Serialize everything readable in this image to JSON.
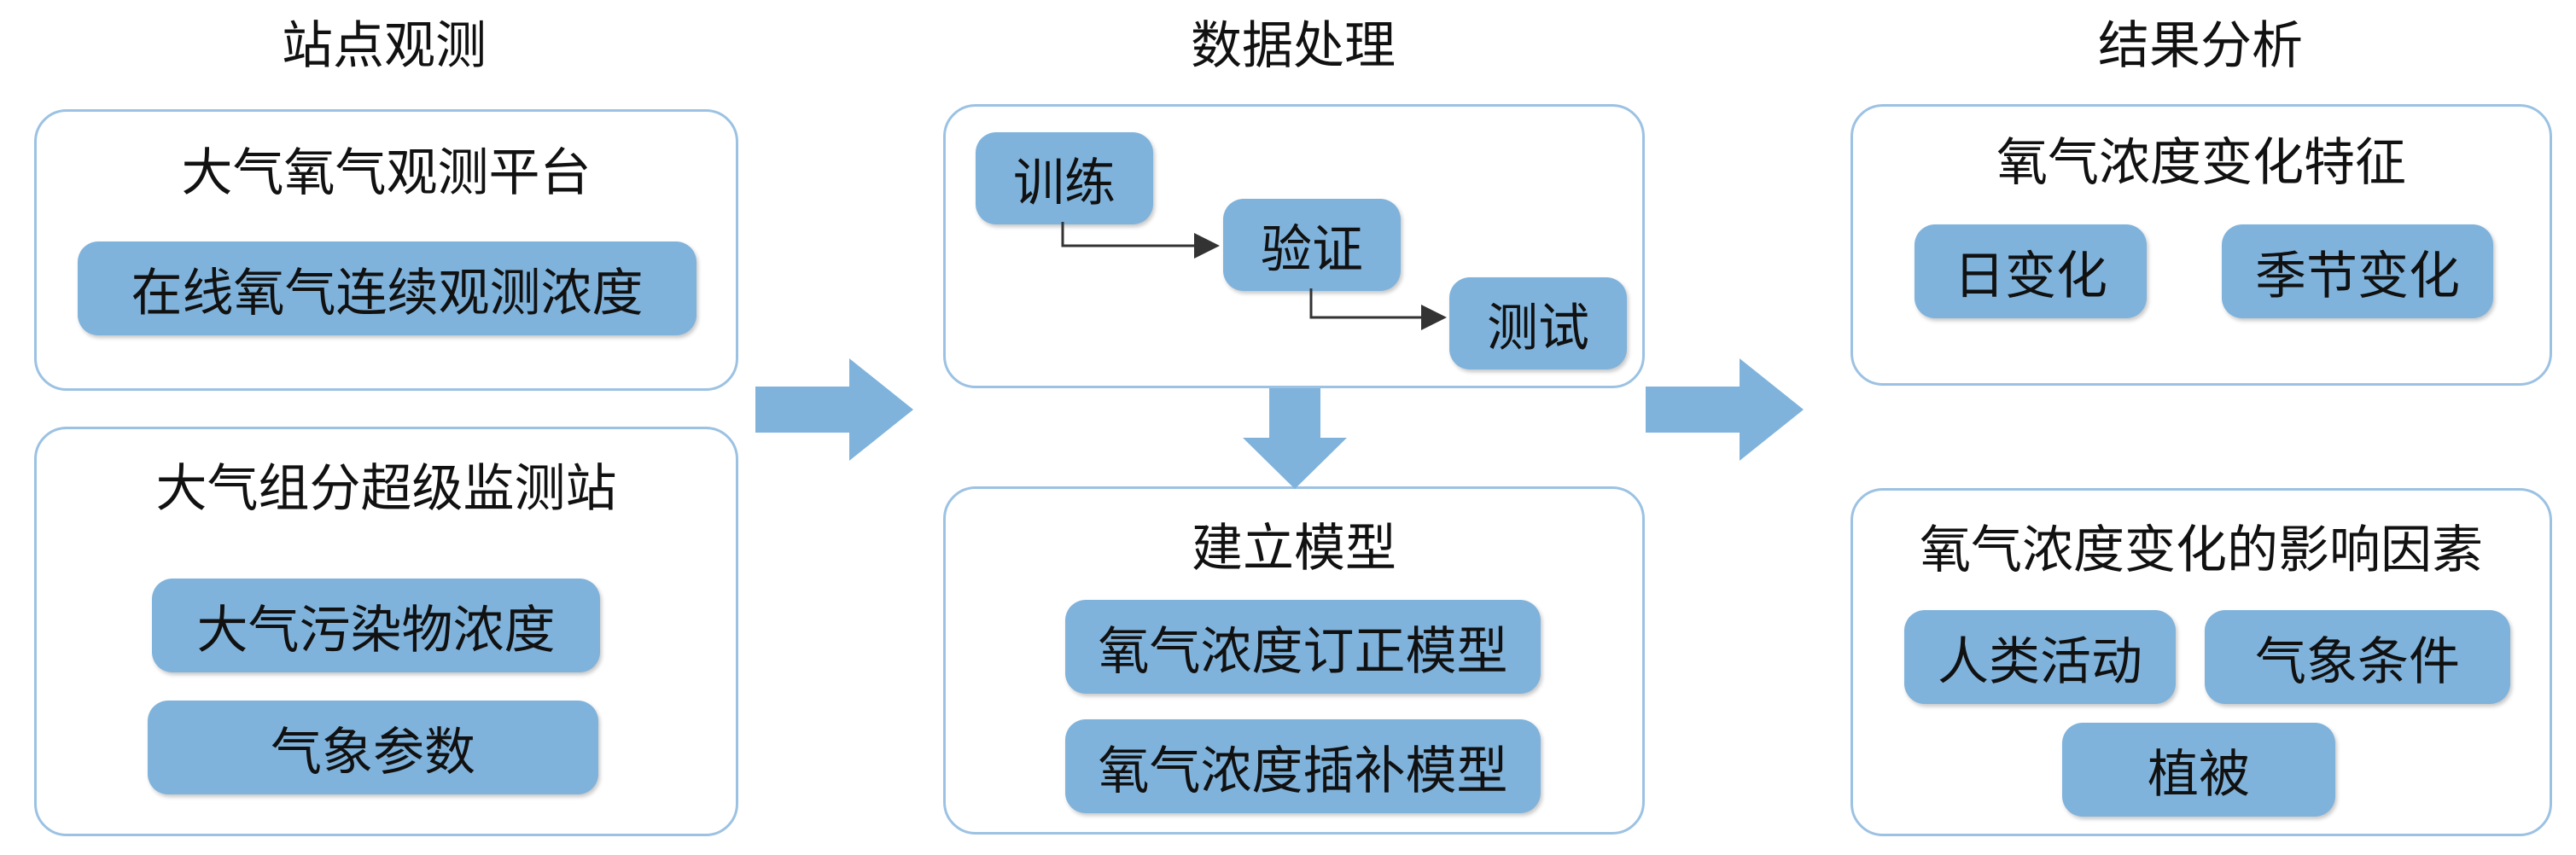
{
  "colors": {
    "pill_fill": "#7fb3dc",
    "panel_border": "#9cc2e3",
    "arrow_fill": "#7fb3dc",
    "connector": "#333333"
  },
  "columns": {
    "observation": {
      "heading": "站点观测",
      "platform": {
        "title": "大气氧气观测平台",
        "items": [
          "在线氧气连续观测浓度"
        ]
      },
      "station": {
        "title": "大气组分超级监测站",
        "items": [
          "大气污染物浓度",
          "气象参数"
        ]
      }
    },
    "processing": {
      "heading": "数据处理",
      "steps": [
        "训练",
        "验证",
        "测试"
      ],
      "model": {
        "title": "建立模型",
        "items": [
          "氧气浓度订正模型",
          "氧气浓度插补模型"
        ]
      }
    },
    "analysis": {
      "heading": "结果分析",
      "characteristics": {
        "title": "氧气浓度变化特征",
        "items": [
          "日变化",
          "季节变化"
        ]
      },
      "factors": {
        "title": "氧气浓度变化的影响因素",
        "items": [
          "人类活动",
          "气象条件",
          "植被"
        ]
      }
    }
  }
}
